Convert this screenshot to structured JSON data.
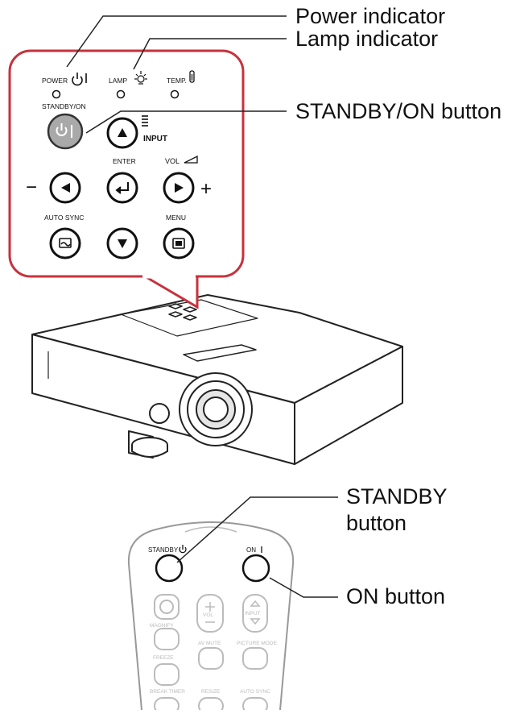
{
  "callouts": {
    "power_indicator": "Power indicator",
    "lamp_indicator": "Lamp indicator",
    "standby_on_button": "STANDBY/ON button",
    "standby_button_line1": "STANDBY",
    "standby_button_line2": "button",
    "on_button": "ON button"
  },
  "panel": {
    "power_label": "POWER",
    "lamp_label": "LAMP",
    "temp_label": "TEMP.",
    "standby_on_label": "STANDBY/ON",
    "input_label": "INPUT",
    "enter_label": "ENTER",
    "vol_label": "VOL",
    "auto_sync_label": "AUTO SYNC",
    "menu_label": "MENU",
    "minus_sign": "−",
    "plus_sign": "+"
  },
  "remote": {
    "standby_label": "STANDBY",
    "on_label": "ON",
    "row1": [
      "MAGNIFY",
      "VOL",
      "INPUT"
    ],
    "row2": [
      "FREEZE",
      "AV MUTE",
      "PICTURE MODE"
    ],
    "row3": [
      "BREAK TIMER",
      "RESIZE",
      "AUTO SYNC"
    ]
  },
  "colors": {
    "panel_border": "#c8323c",
    "power_button_fill": "#a9a9a9",
    "line": "#222222",
    "remote_faded": "#bbbbbb"
  }
}
